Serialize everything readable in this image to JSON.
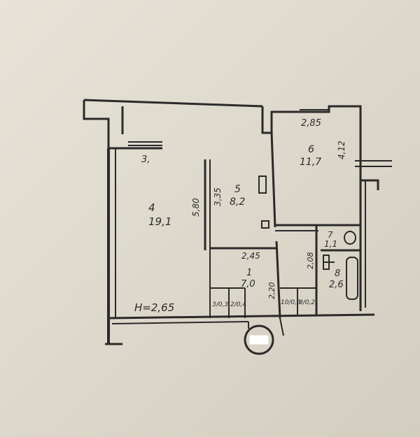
{
  "plan": {
    "ceiling_height": "H=2,65",
    "rooms": [
      {
        "id": "room-4",
        "number": "4",
        "area": "19,1"
      },
      {
        "id": "room-5",
        "number": "5",
        "area": "8,2"
      },
      {
        "id": "room-6",
        "number": "6",
        "area": "11,7"
      },
      {
        "id": "room-1",
        "number": "1",
        "area": "7,0"
      },
      {
        "id": "room-7",
        "number": "7",
        "area": "1,1"
      },
      {
        "id": "room-8",
        "number": "8",
        "area": "2,6"
      }
    ],
    "closets": [
      {
        "id": "closet-3",
        "label": "3/0,3"
      },
      {
        "id": "closet-2",
        "label": "2/0,4"
      },
      {
        "id": "closet-10",
        "label": "10/0,3"
      },
      {
        "id": "closet-9",
        "label": "9/0,2"
      }
    ],
    "dimensions": {
      "top_room4": "3,",
      "room4_depth": "5,80",
      "room5_depth": "3,35",
      "room6_width": "2,85",
      "room6_depth": "4,12",
      "hall_width": "2,45",
      "hall_depth": "2,20",
      "bath_depth": "2,08"
    }
  }
}
